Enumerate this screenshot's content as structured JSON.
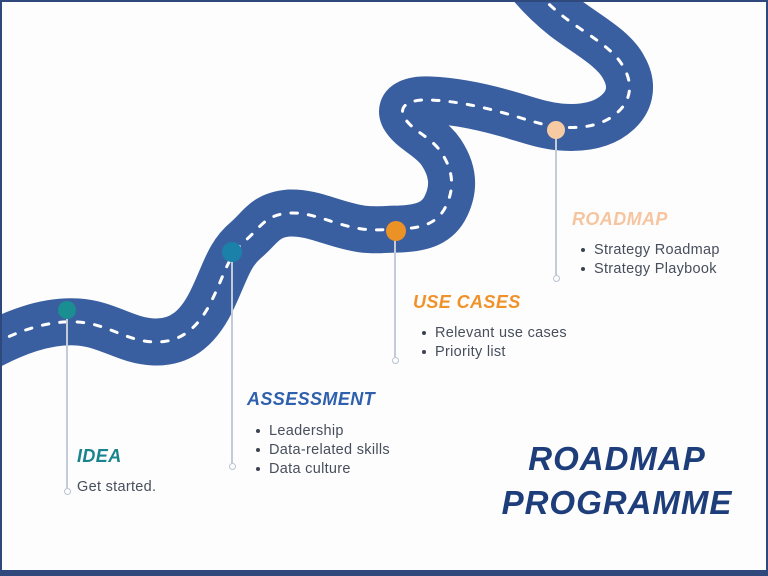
{
  "title": {
    "line1": "ROADMAP",
    "line2": "PROGRAMME",
    "color": "#1d3e7a"
  },
  "road": {
    "color": "#3a5fa0",
    "centerline_color": "#ffffff"
  },
  "milestones": [
    {
      "label": "IDEA",
      "label_color": "#19838e",
      "dot_color": "#1a8e91",
      "description": "Get started.",
      "items": []
    },
    {
      "label": "ASSESSMENT",
      "label_color": "#2e60ae",
      "dot_color": "#1b81a8",
      "items": [
        "Leadership",
        "Data-related skills",
        "Data culture"
      ]
    },
    {
      "label": "USE CASES",
      "label_color": "#f0922a",
      "dot_color": "#eb9226",
      "items": [
        "Relevant use cases",
        "Priority list"
      ]
    },
    {
      "label": "ROADMAP",
      "label_color": "#f6c5a0",
      "dot_color": "#f6cba3",
      "items": [
        "Strategy Roadmap",
        "Strategy Playbook"
      ]
    }
  ]
}
